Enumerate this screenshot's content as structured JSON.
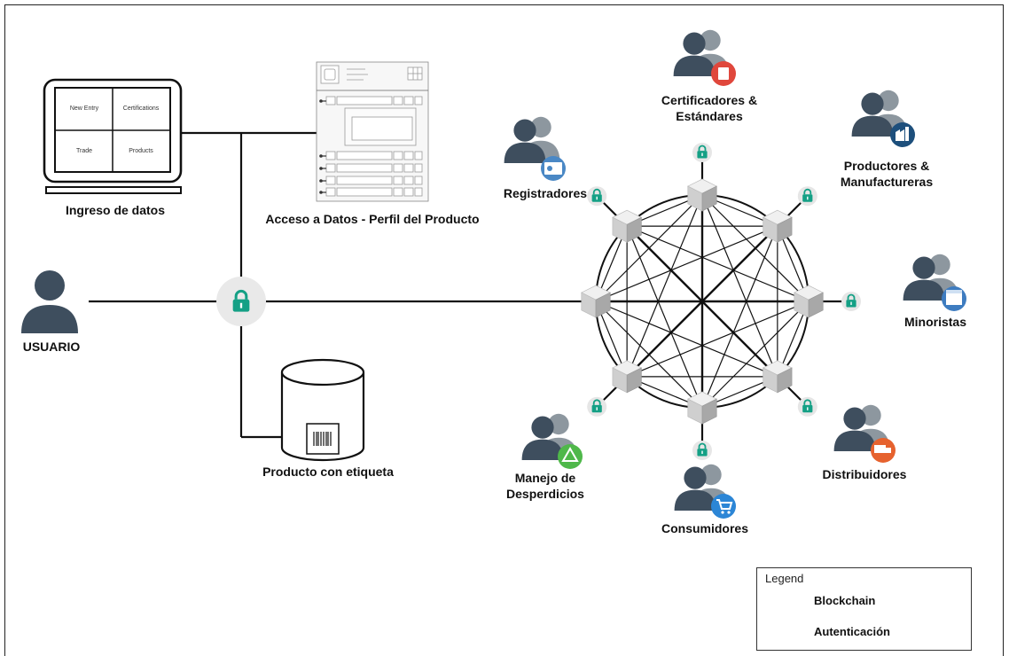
{
  "monitor": {
    "cells": [
      "New Entry",
      "Certifications",
      "Trade",
      "Products"
    ],
    "label": "Ingreso de datos"
  },
  "access": {
    "label": "Acceso a Datos - Perfil del Producto"
  },
  "user": {
    "label": "USUARIO"
  },
  "product": {
    "label": "Producto con etiqueta"
  },
  "actors": {
    "certificadores": "Certificadores &\nEstándares",
    "productores": "Productores &\nManufactureras",
    "registradores": "Registradores",
    "minoristas": "Minoristas",
    "distribuidores": "Distribuidores",
    "consumidores": "Consumidores",
    "desperdicios": "Manejo de\nDesperdicios"
  },
  "legend": {
    "title": "Legend",
    "blockchain": "Blockchain",
    "auth": "Autenticación"
  },
  "colors": {
    "person": "#3e4e5e",
    "person_shadow": "#8d979f",
    "lock": "#14a085",
    "cube_top": "#f0f0f0",
    "cube_left": "#cfcfcf",
    "cube_right": "#a8a8a8",
    "badge_certificadores": "#e0473c",
    "badge_productores": "#1d4f7c",
    "badge_registradores": "#4a88c5",
    "badge_minoristas": "#3e7cc0",
    "badge_distribuidores": "#e6622e",
    "badge_consumidores": "#2c86d6",
    "badge_desperdicios": "#4fb84a"
  }
}
